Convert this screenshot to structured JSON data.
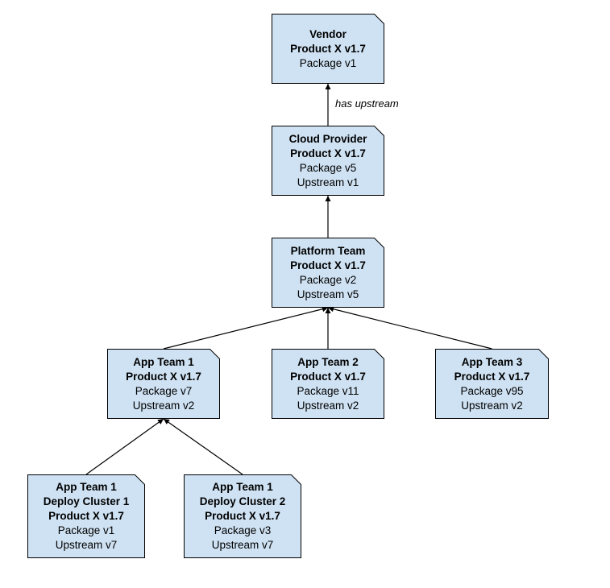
{
  "colors": {
    "node_fill": "#cfe2f3",
    "node_stroke": "#000000",
    "edge": "#000000"
  },
  "nodes": [
    {
      "id": "vendor",
      "lines": [
        {
          "text": "Vendor",
          "bold": true
        },
        {
          "text": "Product X v1.7",
          "bold": true
        },
        {
          "text": "Package v1",
          "bold": false
        }
      ]
    },
    {
      "id": "cloud",
      "lines": [
        {
          "text": "Cloud Provider",
          "bold": true
        },
        {
          "text": "Product X v1.7",
          "bold": true
        },
        {
          "text": "Package v5",
          "bold": false
        },
        {
          "text": "Upstream v1",
          "bold": false
        }
      ]
    },
    {
      "id": "platform",
      "lines": [
        {
          "text": "Platform Team",
          "bold": true
        },
        {
          "text": "Product X v1.7",
          "bold": true
        },
        {
          "text": "Package v2",
          "bold": false
        },
        {
          "text": "Upstream v5",
          "bold": false
        }
      ]
    },
    {
      "id": "app1",
      "lines": [
        {
          "text": "App Team 1",
          "bold": true
        },
        {
          "text": "Product X v1.7",
          "bold": true
        },
        {
          "text": "Package v7",
          "bold": false
        },
        {
          "text": "Upstream v2",
          "bold": false
        }
      ]
    },
    {
      "id": "app2",
      "lines": [
        {
          "text": "App Team 2",
          "bold": true
        },
        {
          "text": "Product X v1.7",
          "bold": true
        },
        {
          "text": "Package v11",
          "bold": false
        },
        {
          "text": "Upstream v2",
          "bold": false
        }
      ]
    },
    {
      "id": "app3",
      "lines": [
        {
          "text": "App Team 3",
          "bold": true
        },
        {
          "text": "Product X v1.7",
          "bold": true
        },
        {
          "text": "Package v95",
          "bold": false
        },
        {
          "text": "Upstream v2",
          "bold": false
        }
      ]
    },
    {
      "id": "cluster1",
      "lines": [
        {
          "text": "App Team 1",
          "bold": true
        },
        {
          "text": "Deploy Cluster 1",
          "bold": true
        },
        {
          "text": "Product X v1.7",
          "bold": true
        },
        {
          "text": "Package v1",
          "bold": false
        },
        {
          "text": "Upstream v7",
          "bold": false
        }
      ]
    },
    {
      "id": "cluster2",
      "lines": [
        {
          "text": "App Team 1",
          "bold": true
        },
        {
          "text": "Deploy Cluster 2",
          "bold": true
        },
        {
          "text": "Product X v1.7",
          "bold": true
        },
        {
          "text": "Package v3",
          "bold": false
        },
        {
          "text": "Upstream v7",
          "bold": false
        }
      ]
    }
  ],
  "edges": [
    {
      "from": "cloud",
      "to": "vendor",
      "label": "has upstream"
    },
    {
      "from": "platform",
      "to": "cloud",
      "label": ""
    },
    {
      "from": "app1",
      "to": "platform",
      "label": ""
    },
    {
      "from": "app2",
      "to": "platform",
      "label": ""
    },
    {
      "from": "app3",
      "to": "platform",
      "label": ""
    },
    {
      "from": "cluster1",
      "to": "app1",
      "label": ""
    },
    {
      "from": "cluster2",
      "to": "app1",
      "label": ""
    }
  ]
}
